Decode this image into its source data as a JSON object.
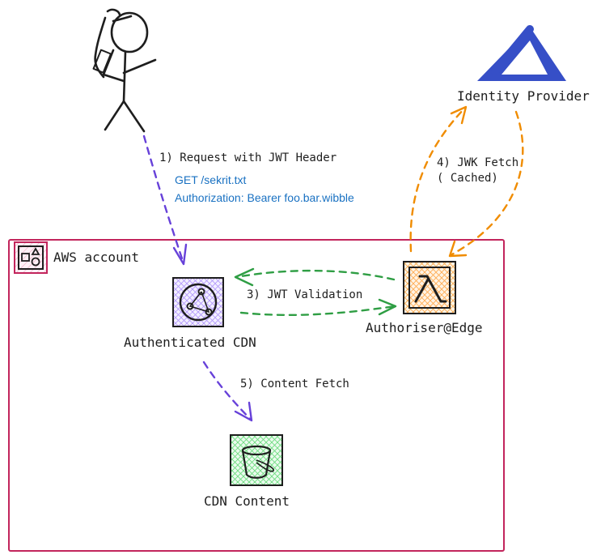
{
  "diagram": {
    "actors": {
      "identity_provider_label": "Identity Provider"
    },
    "account": {
      "label": "AWS account"
    },
    "nodes": {
      "cdn_label": "Authenticated CDN",
      "authoriser_label": "Authoriser@Edge",
      "content_label": "CDN Content"
    },
    "edges": {
      "request_label": "1) Request with JWT Header",
      "request_detail_line1": "GET /sekrit.txt",
      "request_detail_line2": "Authorization: Bearer foo.bar.wibble",
      "validation_label": "3) JWT Validation",
      "jwk_label_line1": "4) JWK Fetch",
      "jwk_label_line2": "( Cached)",
      "content_fetch_label": "5) Content Fetch"
    },
    "colors": {
      "account_border": "#c2255c",
      "request_arrow": "#6741d9",
      "validation_arrow": "#2f9e44",
      "jwk_arrow": "#f08c00",
      "cdn_fill": "#d0bfff",
      "authoriser_fill": "#ffd8a8",
      "content_fill": "#b2f2bb",
      "idp_logo": "#364fc7",
      "detail_text": "#1971c2"
    },
    "icons": {
      "user": "stick-figure-icon",
      "idp": "delta-logo-icon",
      "account": "aws-account-group-icon",
      "cdn": "cloudfront-icon",
      "authoriser": "lambda-icon",
      "content": "s3-bucket-icon"
    }
  }
}
